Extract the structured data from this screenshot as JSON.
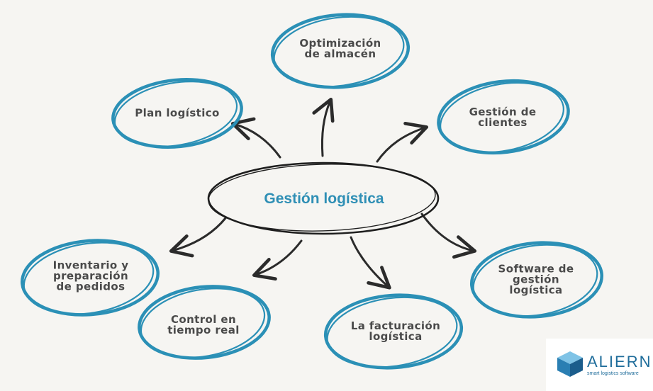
{
  "center": {
    "label": "Gestión logística"
  },
  "nodes": [
    {
      "id": "plan",
      "lines": [
        "Plan logístico"
      ]
    },
    {
      "id": "almacen",
      "lines": [
        "Optimización",
        "de almacén"
      ]
    },
    {
      "id": "clientes",
      "lines": [
        "Gestión de",
        "clientes"
      ]
    },
    {
      "id": "software",
      "lines": [
        "Software de",
        "gestión",
        "logística"
      ]
    },
    {
      "id": "facturacion",
      "lines": [
        "La facturación",
        "logística"
      ]
    },
    {
      "id": "control",
      "lines": [
        "Control en",
        "tiempo real"
      ]
    },
    {
      "id": "inventario",
      "lines": [
        "Inventario y",
        "preparación",
        "de pedidos"
      ]
    }
  ],
  "logo": {
    "word": "ALIERNE",
    "tagline": "smart logistics software"
  },
  "colors": {
    "ring": "#2b90b6",
    "center_text": "#2f8fb5",
    "text": "#4a4a4a",
    "arrow": "#2b2b2b"
  }
}
